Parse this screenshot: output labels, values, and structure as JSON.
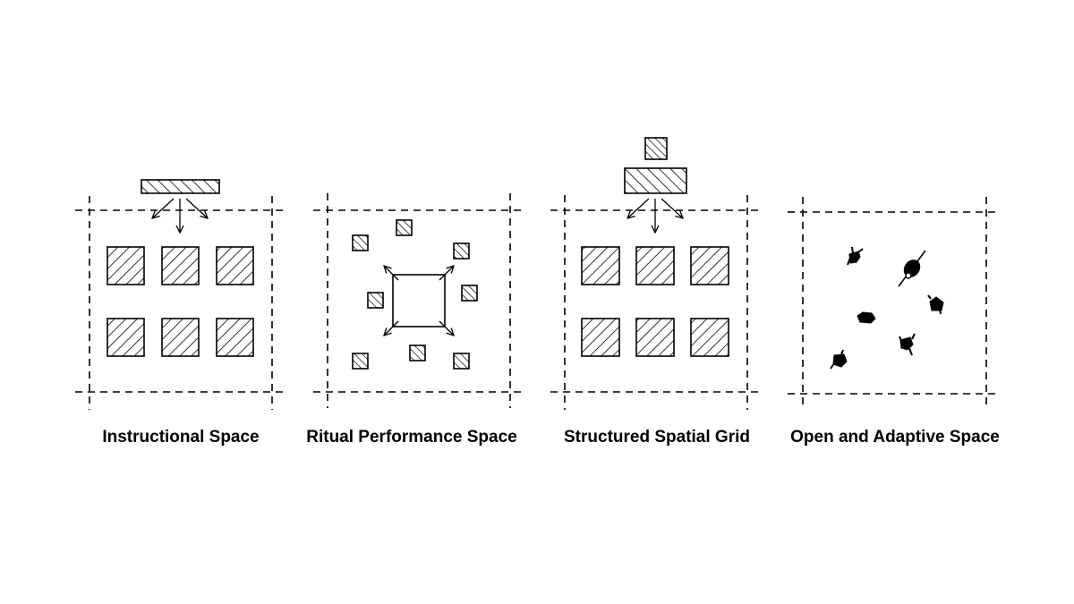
{
  "panels": [
    {
      "id": "instructional",
      "caption": "Instructional Space"
    },
    {
      "id": "ritual",
      "caption": "Ritual Performance Space"
    },
    {
      "id": "structured",
      "caption": "Structured Spatial Grid"
    },
    {
      "id": "open",
      "caption": "Open and Adaptive Space"
    }
  ],
  "colors": {
    "ink": "#000000",
    "background": "#ffffff"
  }
}
